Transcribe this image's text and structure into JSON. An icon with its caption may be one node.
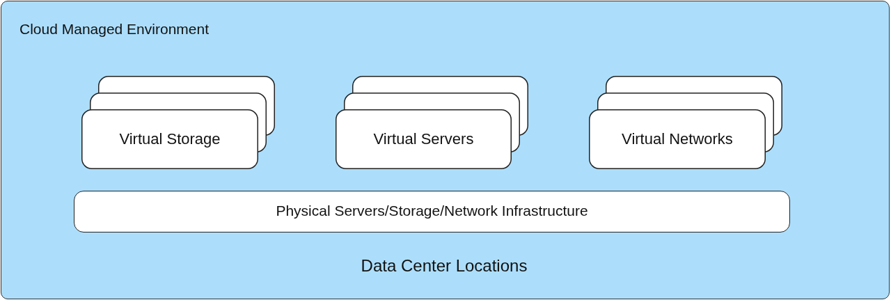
{
  "diagram": {
    "nodes": [
      {
        "text": [
          "Cloud Managed Environment",
          "Data Center Locations"
        ]
      },
      {
        "text": [
          "Virtual Storage"
        ],
        "in": 0
      },
      {
        "text": [
          "Virtual Servers"
        ],
        "in": 0
      },
      {
        "text": [
          "Virtual Networks"
        ],
        "in": 0
      },
      {
        "text": [
          "Physical Servers/Storage/Network Infrastructure"
        ],
        "in": 0
      }
    ],
    "edges": []
  }
}
